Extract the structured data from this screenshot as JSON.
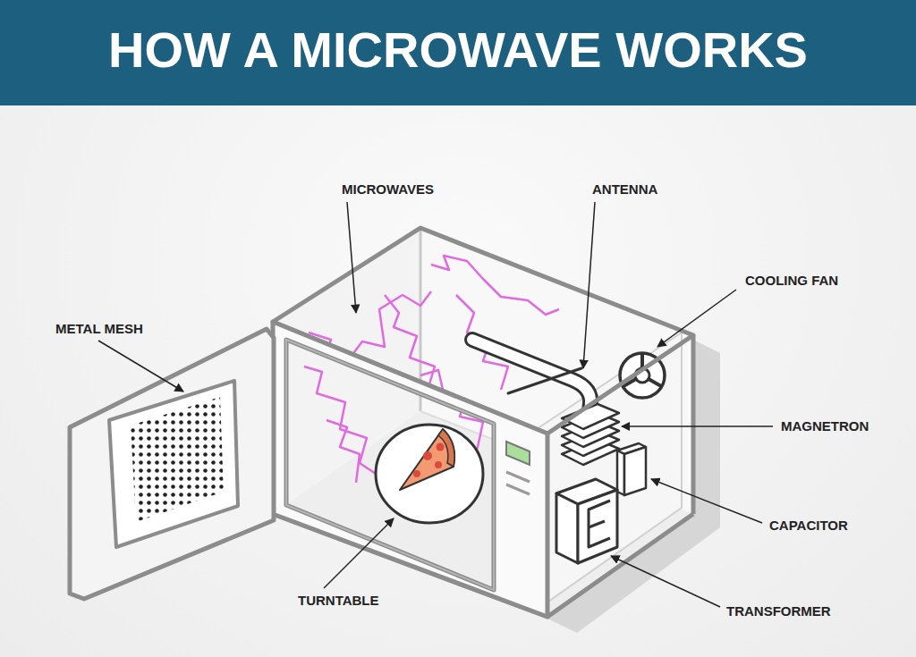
{
  "diagram": {
    "title": "HOW A MICROWAVE WORKS",
    "labels": [
      "MICROWAVES",
      "ANTENNA",
      "COOLING FAN",
      "METAL MESH",
      "MAGNETRON",
      "CAPACITOR",
      "TURNTABLE",
      "TRANSFORMER"
    ]
  }
}
